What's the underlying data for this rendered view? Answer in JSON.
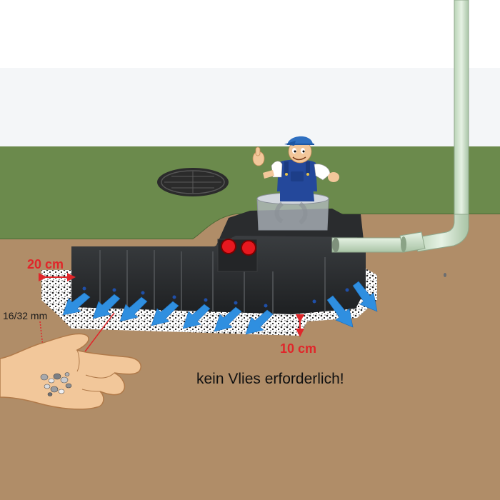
{
  "labels": {
    "gravel_margin": "20 cm",
    "gravel_grain": "16/32 mm",
    "gravel_bottom": "10 cm",
    "note": "kein Vlies erforderlich!"
  },
  "colors": {
    "sky": "#ffffff",
    "grass": "#6b8a4c",
    "soil": "#b08d68",
    "tank": "#2f3133",
    "pipe": "#cfe3cc",
    "water_arrow": "#2f8fe0",
    "dimension_red": "#e0262a",
    "valve_red": "#e6181f",
    "overall_blue": "#1f4fa8",
    "skin": "#f2c79a"
  },
  "icons": [
    "worker-mascot",
    "manhole-cover",
    "hand-with-gravel",
    "water-arrow",
    "down-pipe"
  ]
}
